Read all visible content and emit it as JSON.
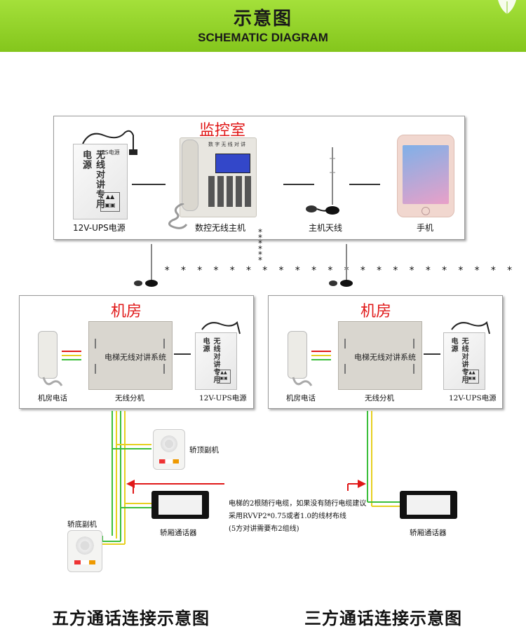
{
  "header": {
    "title": "示意图",
    "subtitle": "SCHEMATIC DIAGRAM"
  },
  "monitor_room": {
    "title": "监控室",
    "items": [
      {
        "label": "12V-UPS电源",
        "icon": "ups-power-box"
      },
      {
        "label": "数控无线主机",
        "icon": "desk-phone-host"
      },
      {
        "label": "主机天线",
        "icon": "antenna"
      },
      {
        "label": "手机",
        "icon": "mobile-phone"
      }
    ],
    "ups_text": "无线对讲专用电源",
    "ups_brand": "UPS电源",
    "host_panel_text": "数 字 无 线 对 讲"
  },
  "machine_rooms": [
    {
      "title": "机房",
      "cabinet_text": "电梯无线对讲系统",
      "items": [
        {
          "label": "机房电话"
        },
        {
          "label": "无线分机"
        },
        {
          "label": "12V-UPS电源"
        }
      ]
    },
    {
      "title": "机房",
      "cabinet_text": "电梯无线对讲系统",
      "items": [
        {
          "label": "机房电话"
        },
        {
          "label": "无线分机"
        },
        {
          "label": "12V-UPS电源"
        }
      ]
    }
  ],
  "car_devices": {
    "car_top": "轿顶副机",
    "car_bottom": "轿底副机",
    "car_intercom_left": "轿厢通话器",
    "car_intercom_right": "轿厢通话器"
  },
  "wiring_note": {
    "line1": "电梯的2根随行电缆，如果没有随行电缆建议",
    "line2": "采用RVVP2*0.75或者1.0的线材布线",
    "line3": "(5方对讲需要布2组线)"
  },
  "wireless_link": {
    "stars_horizontal": "* * * * * * * * * * * * * * * * * * * * * *",
    "stars_vertical": "*\n*\n*\n*\n*\n*"
  },
  "footer": {
    "left_title": "五方通话连接示意图",
    "right_title": "三方通话连接示意图"
  },
  "colors": {
    "banner_green": "#84c61c",
    "title_red": "#e01818",
    "wire_yellow": "#e6d020",
    "wire_green": "#3bbf3b",
    "arrow_red": "#e01818"
  }
}
